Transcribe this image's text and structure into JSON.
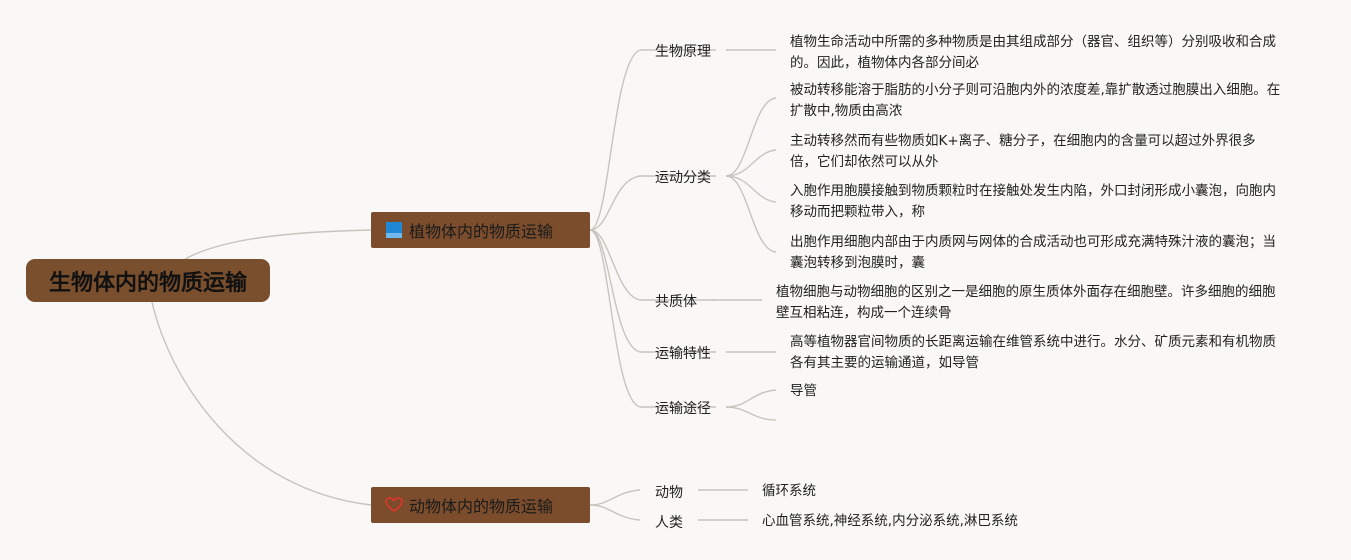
{
  "root": {
    "label": "生物体内的物质运输"
  },
  "branches": [
    {
      "label": "植物体内的物质运输",
      "icon": "blue-square-icon",
      "children": [
        {
          "label": "生物原理",
          "leaves": [
            "植物生命活动中所需的多种物质是由其组成部分（器官、组织等）分别吸收和合成的。因此，植物体内各部分间必"
          ]
        },
        {
          "label": "运动分类",
          "leaves": [
            "被动转移能溶于脂肪的小分子则可沿胞内外的浓度差,靠扩散透过胞膜出入细胞。在扩散中,物质由高浓",
            "主动转移然而有些物质如K+离子、糖分子，在细胞内的含量可以超过外界很多倍，它们却依然可以从外",
            "入胞作用胞膜接触到物质颗粒时在接触处发生内陷，外口封闭形成小囊泡，向胞内移动而把颗粒带入，称",
            "出胞作用细胞内部由于内质网与网体的合成活动也可形成充满特殊汁液的囊泡；当囊泡转移到泡膜时，囊"
          ]
        },
        {
          "label": "共质体",
          "leaves": [
            "植物细胞与动物细胞的区别之一是细胞的原生质体外面存在细胞壁。许多细胞的细胞壁互相粘连，构成一个连续骨"
          ]
        },
        {
          "label": "运输特性",
          "leaves": [
            "高等植物器官间物质的长距离运输在维管系统中进行。水分、矿质元素和有机物质各有其主要的运输通道，如导管"
          ]
        },
        {
          "label": "运输途径",
          "leaves": [
            "导管",
            ""
          ]
        }
      ]
    },
    {
      "label": "动物体内的物质运输",
      "icon": "heart-icon",
      "children": [
        {
          "label": "动物",
          "leaves": [
            "循环系统"
          ]
        },
        {
          "label": "人类",
          "leaves": [
            "心血管系统,神经系统,内分泌系统,淋巴系统"
          ]
        }
      ]
    }
  ],
  "colors": {
    "node_fill": "#7b4d2c",
    "line": "#c9c3bd",
    "icon_blue": "#1e88d6",
    "icon_heart": "#d9362b"
  }
}
